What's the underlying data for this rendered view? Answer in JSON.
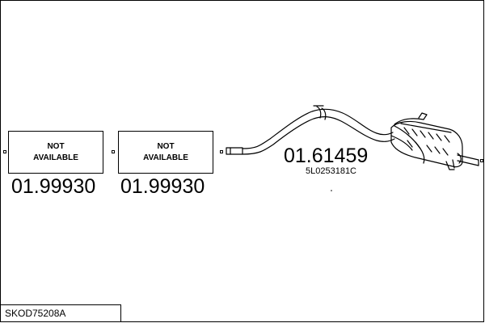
{
  "diagram": {
    "model_code": "SKOD75208A",
    "parts": [
      {
        "slot": "front",
        "status_line1": "NOT",
        "status_line2": "AVAILABLE",
        "part_number": "01.99930"
      },
      {
        "slot": "middle",
        "status_line1": "NOT",
        "status_line2": "AVAILABLE",
        "part_number": "01.99930"
      },
      {
        "slot": "rear",
        "part_number": "01.61459",
        "oem_number": "5L0253181C"
      }
    ]
  }
}
